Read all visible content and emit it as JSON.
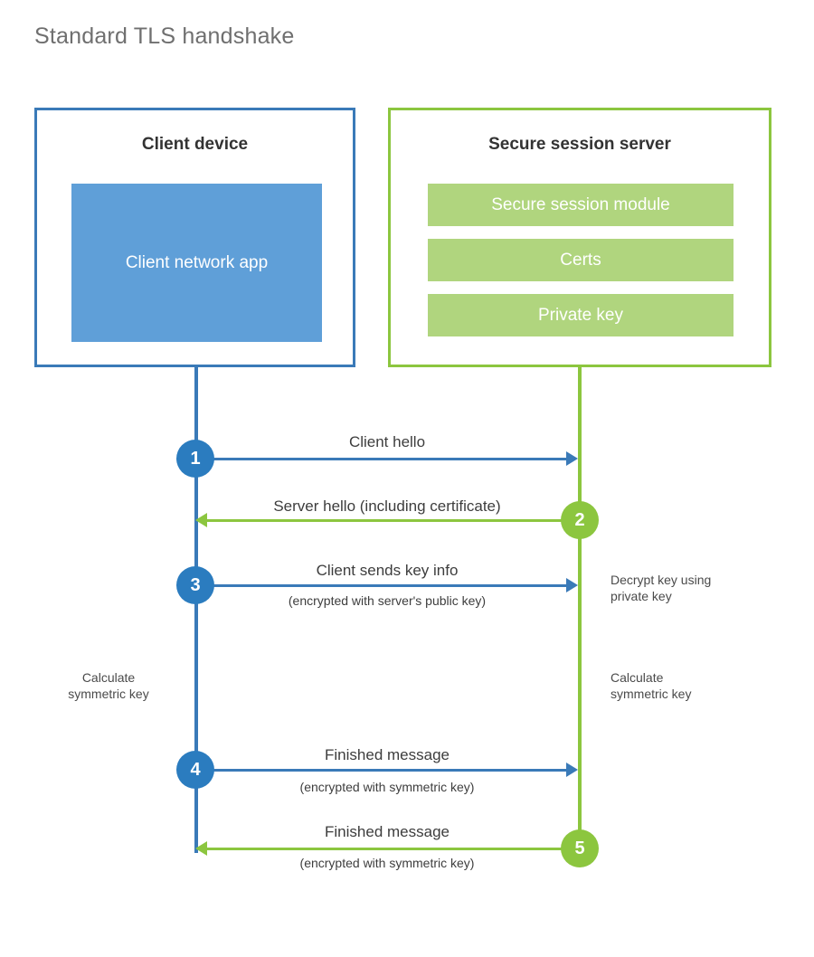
{
  "diagram": {
    "title": "Standard TLS handshake",
    "colors": {
      "client_border": "#3a7ab8",
      "client_app_fill": "#5f9fd8",
      "server_border": "#8cc63f",
      "server_bar_fill": "#b0d57e",
      "client_circle": "#2b7cbf",
      "server_circle": "#8cc63f",
      "title_text": "#6f6f6f",
      "body_text": "#3d3d3d"
    },
    "parties": {
      "client": {
        "title": "Client device",
        "app_label": "Client network app"
      },
      "server": {
        "title": "Secure session server",
        "components": [
          {
            "label": "Secure session module"
          },
          {
            "label": "Certs"
          },
          {
            "label": "Private key"
          }
        ]
      }
    },
    "steps": [
      {
        "number": "1",
        "label": "Client hello",
        "sub": "",
        "direction": "client-to-server",
        "color": "blue"
      },
      {
        "number": "2",
        "label": "Server hello (including certificate)",
        "sub": "",
        "direction": "server-to-client",
        "color": "green"
      },
      {
        "number": "3",
        "label": "Client sends key info",
        "sub": "(encrypted with server's public key)",
        "direction": "client-to-server",
        "color": "blue"
      },
      {
        "number": "4",
        "label": "Finished message",
        "sub": "(encrypted with symmetric key)",
        "direction": "client-to-server",
        "color": "blue"
      },
      {
        "number": "5",
        "label": "Finished message",
        "sub": "(encrypted with symmetric key)",
        "direction": "server-to-client",
        "color": "green"
      }
    ],
    "notes": [
      {
        "id": "decrypt-key",
        "side": "right",
        "line1": "Decrypt key using",
        "line2": "private key"
      },
      {
        "id": "calc-key-client",
        "side": "left",
        "line1": "Calculate",
        "line2": "symmetric key"
      },
      {
        "id": "calc-key-server",
        "side": "right",
        "line1": "Calculate",
        "line2": "symmetric key"
      }
    ]
  }
}
